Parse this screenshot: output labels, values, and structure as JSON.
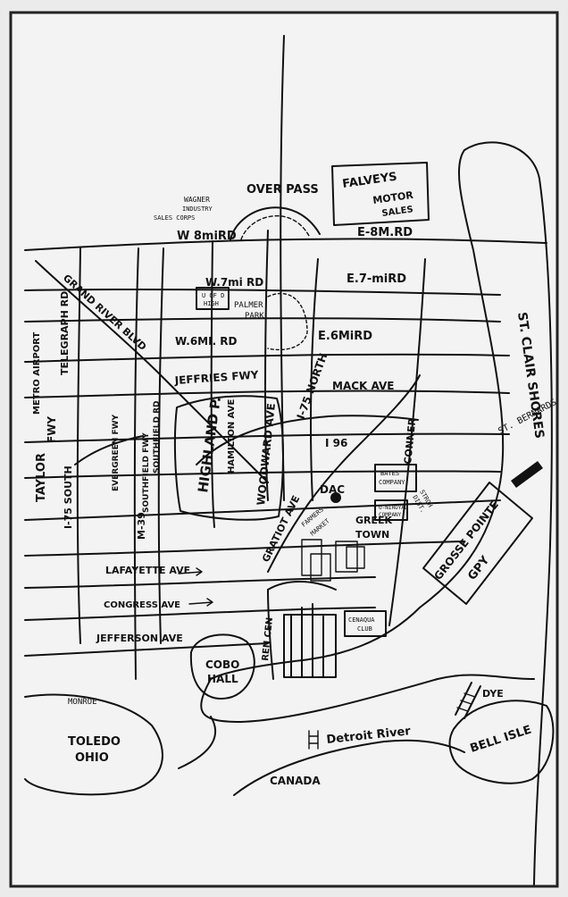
{
  "colors": {
    "paper": "#f2f2f2",
    "ink": "#111111",
    "frame": "#222222"
  },
  "labels": {
    "overpass": "OVER PASS",
    "falveys_1": "FALVEYS",
    "falveys_2": "MOTOR",
    "falveys_3": "SALES",
    "wagner_1": "WAGNER",
    "wagner_2": "INDUSTRY",
    "wagner_3": "SALES CORPS",
    "w8mi": "W 8miRD",
    "e8mi": "E-8M.RD",
    "w7mi": "W.7mi RD",
    "e7mi": "E.7-miRD",
    "ford_1": "U OF D",
    "ford_2": "HIGH",
    "palmer_1": "PALMER",
    "palmer_2": "PARK",
    "w6mi": "W.6MI. RD",
    "e6mi": "E.6MiRD",
    "grand_river": "GRAND RIVER BLVD",
    "telegraph": "TELEGRAPH RD",
    "metro": "METRO AIRPORT",
    "fwy": "FWY",
    "jeffries": "JEFFRIES FWY",
    "mack": "MACK AVE",
    "i75": "I-75 NORTH",
    "evergreen": "EVERGREEN FWY",
    "southfield_rd": "SOUTHFIELD RD",
    "southfield_fwy": "SOUTHFIELD FWY",
    "highland": "HIGHLAND P.",
    "hamilton": "HAMILTON AVE",
    "woodward": "WOODWARD AVE",
    "i96": "I 96",
    "conner": "CONNER",
    "st_clair": "ST. CLAIR SHORES",
    "st_bernards": "ST. BERNARDS",
    "taylor": "TAYLOR",
    "i75_south": "I-75 SOUTH",
    "m39": "M-39",
    "dac": "DAC",
    "bates_1": "BATES",
    "bates_2": "COMPANY",
    "stroh_1": "STROH",
    "stroh_2": "DIST.",
    "uniroyal_1": "U-NIROYAL",
    "uniroyal_2": "COMPANY",
    "gratiot": "GRATIOT AVE",
    "market_1": "FARMERS",
    "market_2": "MARKET",
    "greektown_1": "GREEK",
    "greektown_2": "TOWN",
    "grosse_1": "GROSSE POINTE",
    "grosse_2": "GPY",
    "lafayette": "LAFAYETTE AVE",
    "congress": "CONGRESS AVE",
    "jefferson": "JEFFERSON AVE",
    "rencen": "REN CEN",
    "cobo_1": "COBO",
    "cobo_2": "HALL",
    "cenaqua_1": "CENAQUA",
    "cenaqua_2": "CLUB",
    "monroe": "MONROE",
    "toledo_1": "TOLEDO",
    "toledo_2": "OHIO",
    "detroit_river": "Detroit River",
    "dye": "DYE",
    "belle_isle": "BELL ISLE",
    "canada": "CANADA"
  }
}
